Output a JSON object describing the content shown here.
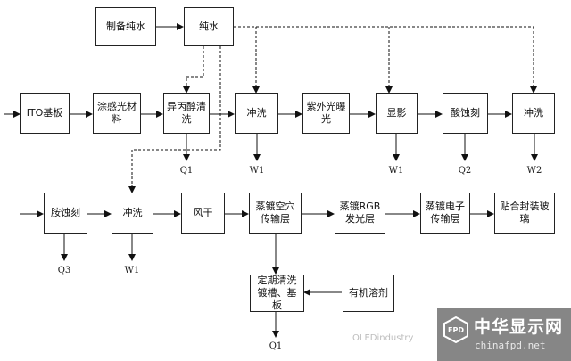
{
  "diagram": {
    "nodes": {
      "prep_water": "制备纯水",
      "pure_water": "纯水",
      "ito": "ITO基板",
      "photoresist": "涂感光材料",
      "ipa_clean": "异丙醇清洗",
      "rinse1": "冲洗",
      "uv": "紫外光曝光",
      "develop": "显影",
      "acid_etch": "酸蚀刻",
      "rinse2": "冲洗",
      "amine_etch": "胺蚀刻",
      "rinse3": "冲洗",
      "air_dry": "风干",
      "htl": "蒸镀空穴传输层",
      "rgb": "蒸镀RGB发光层",
      "etl": "蒸镀电子传输层",
      "seal": "贴合封装玻璃",
      "clean_tank": "定期清洗镀槽、基板",
      "solvent": "有机溶剂"
    },
    "outputs": {
      "q1_a": "Q1",
      "w1_a": "W1",
      "w1_b": "W1",
      "q2": "Q2",
      "w2": "W2",
      "q3": "Q3",
      "w1_c": "W1",
      "q1_b": "Q1"
    }
  },
  "watermark": {
    "title": "中华显示网",
    "url": "chinafpd.net",
    "logo_text": "FPD",
    "faint_text": "OLEDindustry"
  }
}
